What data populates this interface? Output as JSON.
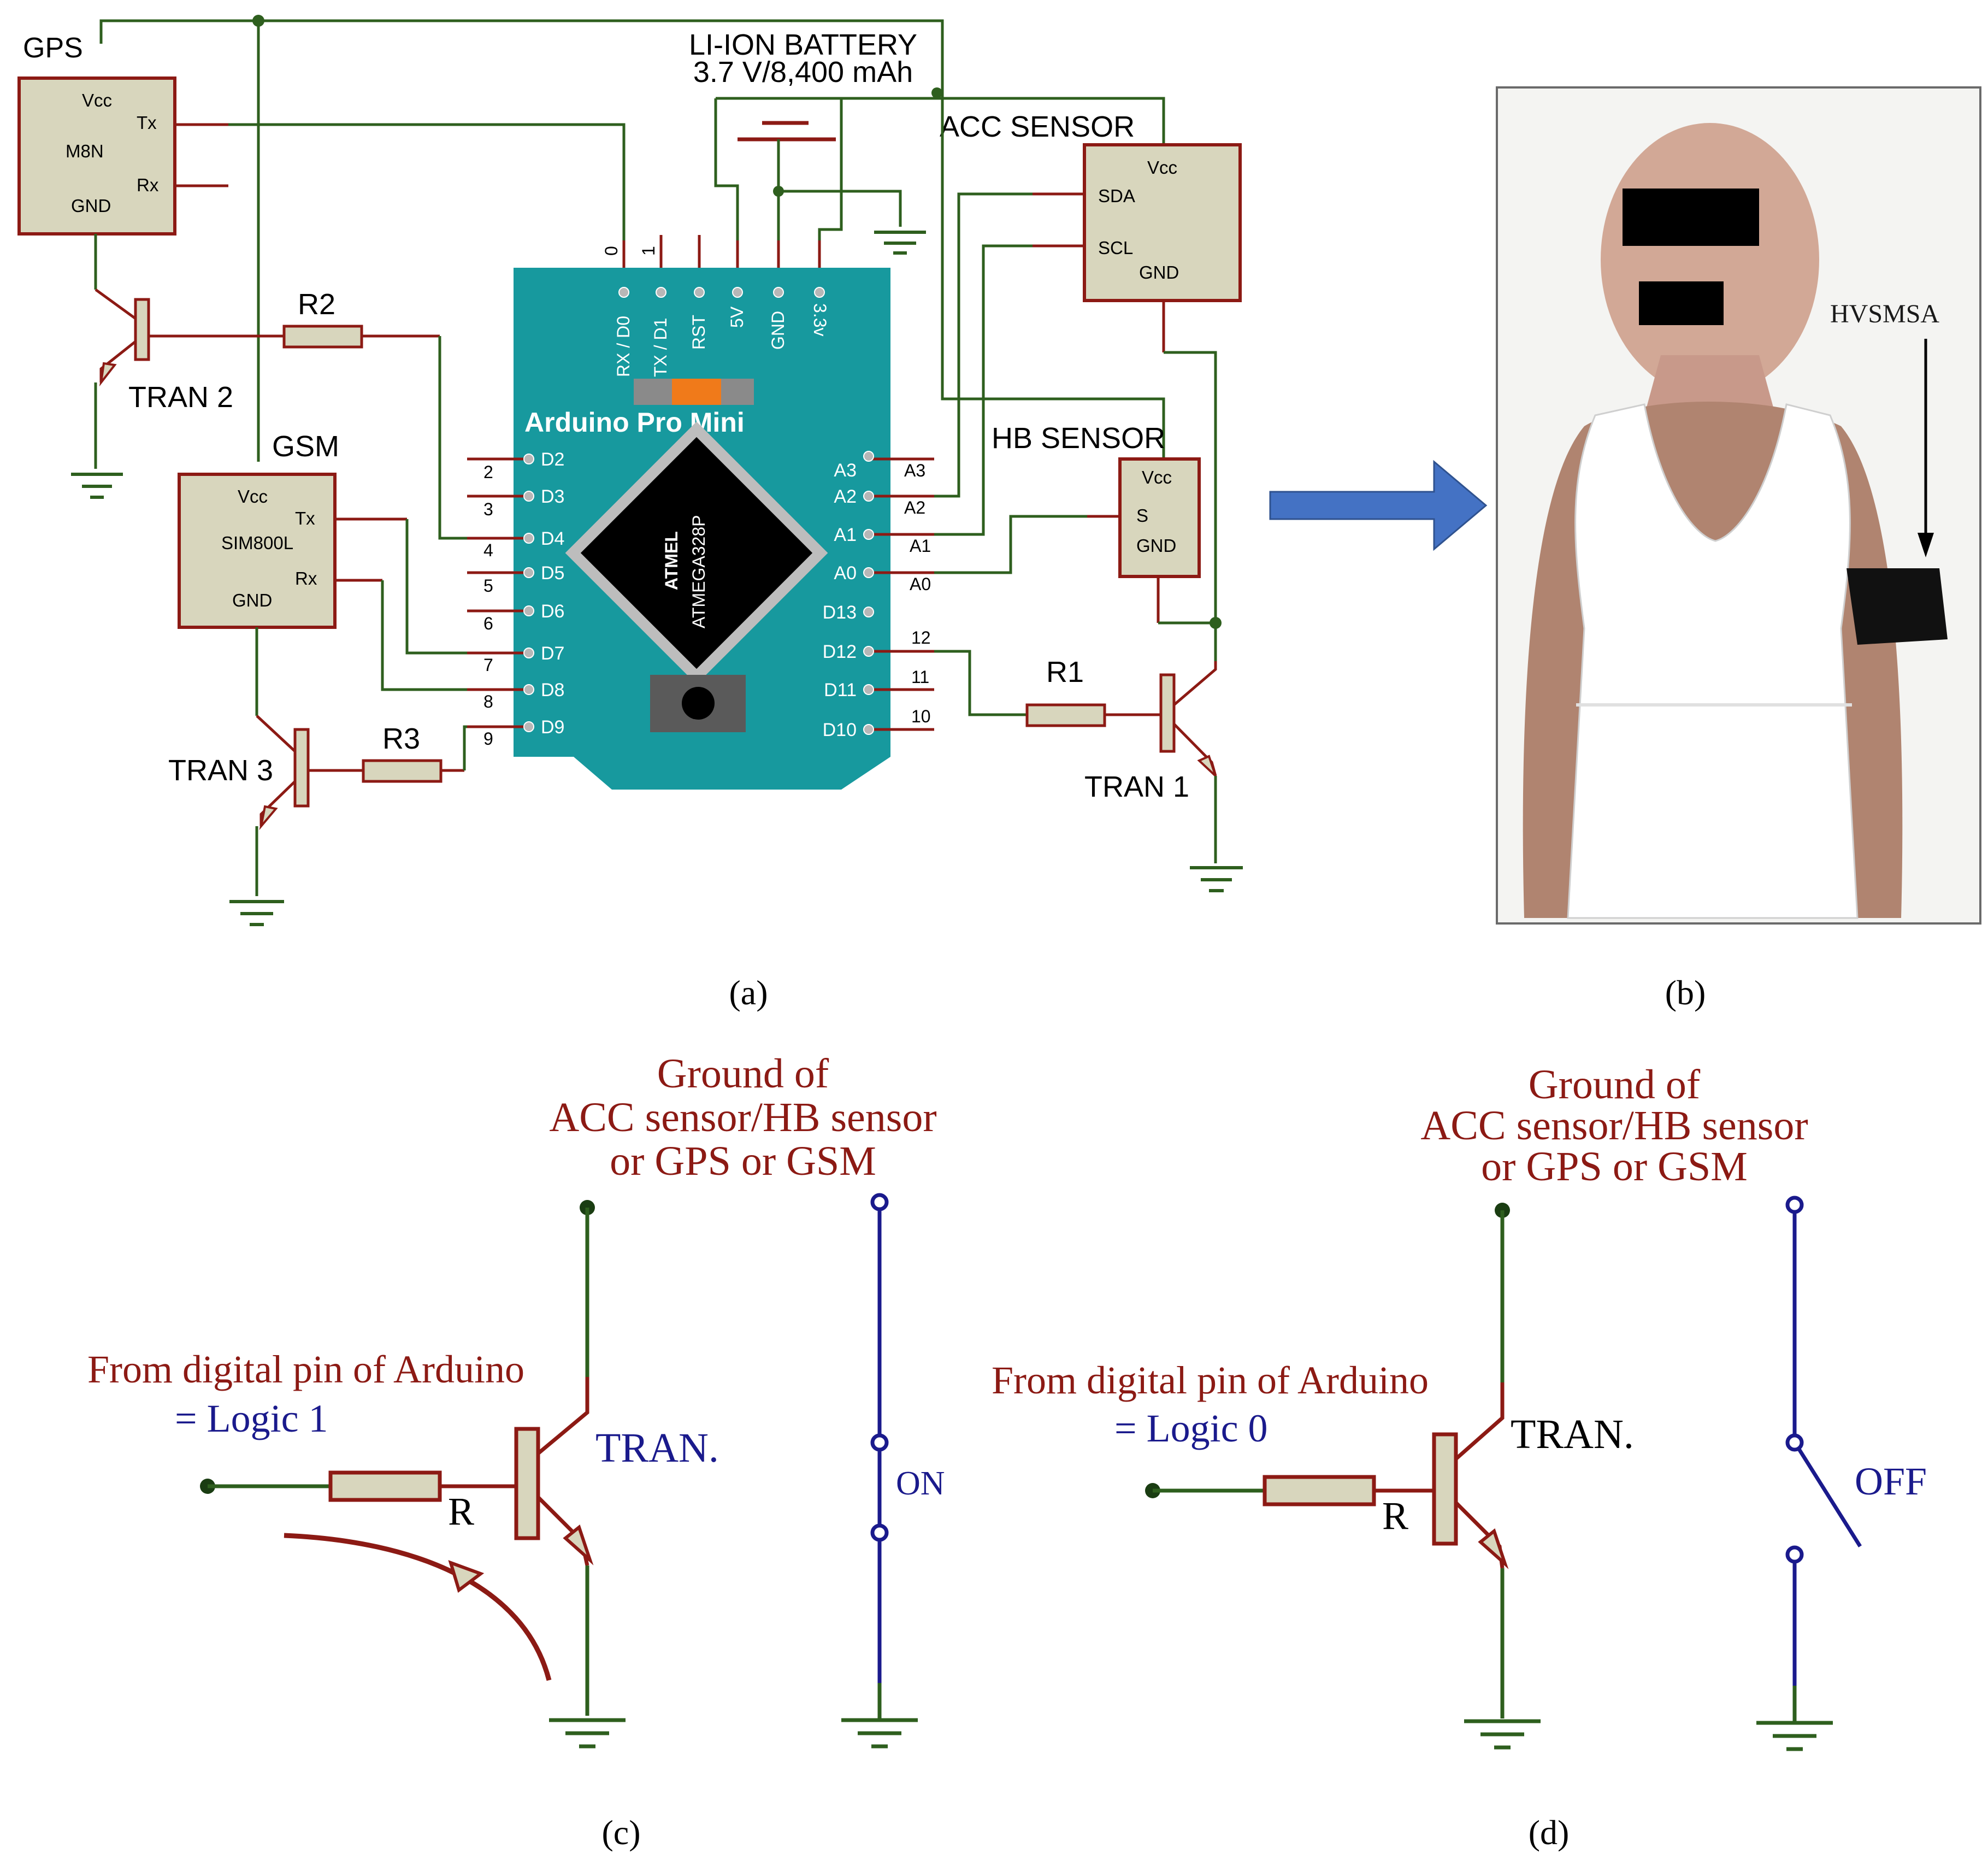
{
  "panels": {
    "a": "(a)",
    "b": "(b)",
    "c": "(c)",
    "d": "(d)"
  },
  "schematic": {
    "battery": {
      "title": "LI-ION BATTERY",
      "rating": "3.7 V/8,400 mAh"
    },
    "gps": {
      "title": "GPS",
      "chip": "M8N",
      "vcc": "Vcc",
      "tx": "Tx",
      "rx": "Rx",
      "gnd": "GND"
    },
    "gsm": {
      "title": "GSM",
      "chip": "SIM800L",
      "vcc": "Vcc",
      "tx": "Tx",
      "rx": "Rx",
      "gnd": "GND"
    },
    "acc": {
      "title": "ACC SENSOR",
      "vcc": "Vcc",
      "sda": "SDA",
      "scl": "SCL",
      "gnd": "GND"
    },
    "hb": {
      "title": "HB SENSOR",
      "vcc": "Vcc",
      "s": "S",
      "gnd": "GND"
    },
    "resistors": {
      "r1": "R1",
      "r2": "R2",
      "r3": "R3"
    },
    "transistors": {
      "t1": "TRAN 1",
      "t2": "TRAN 2",
      "t3": "TRAN 3"
    },
    "arduino": {
      "title": "Arduino Pro Mini",
      "chip_line1": "ATMEL",
      "chip_line2": "ATMEGA328P",
      "top_pins": [
        "RX / D0",
        "TX / D1",
        "RST",
        "5V",
        "GND",
        "3.3v"
      ],
      "top_numbers": [
        "0",
        "1"
      ],
      "left_pins": [
        "D2",
        "D3",
        "D4",
        "D5",
        "D6",
        "D7",
        "D8",
        "D9"
      ],
      "left_numbers": [
        "2",
        "3",
        "4",
        "5",
        "6",
        "7",
        "8",
        "9"
      ],
      "right_pins": [
        "A3",
        "A2",
        "A1",
        "A0",
        "D13",
        "D12",
        "D11",
        "D10"
      ],
      "right_labels": [
        "A3",
        "A2",
        "A1",
        "A0",
        "",
        "12",
        "11",
        "10"
      ]
    }
  },
  "photo": {
    "label": "HVSMSA"
  },
  "switch_on": {
    "ground_title": [
      "Ground of",
      "ACC sensor/HB sensor",
      "or GPS or GSM"
    ],
    "from_line1": "From digital pin of Arduino",
    "from_line2": "= Logic 1",
    "tran": "TRAN.",
    "r": "R",
    "state": "ON"
  },
  "switch_off": {
    "ground_title": [
      "Ground of",
      "ACC sensor/HB sensor",
      "or GPS or GSM"
    ],
    "from_line1": "From digital pin of Arduino",
    "from_line2": "= Logic 0",
    "tran": "TRAN.",
    "r": "R",
    "state": "OFF"
  },
  "colors": {
    "wire_green": "#2e5f1e",
    "wire_red": "#8c1a14",
    "board_teal": "#17999e",
    "switch_blue": "#1a1a8c",
    "arrow_blue": "#4472c4"
  }
}
